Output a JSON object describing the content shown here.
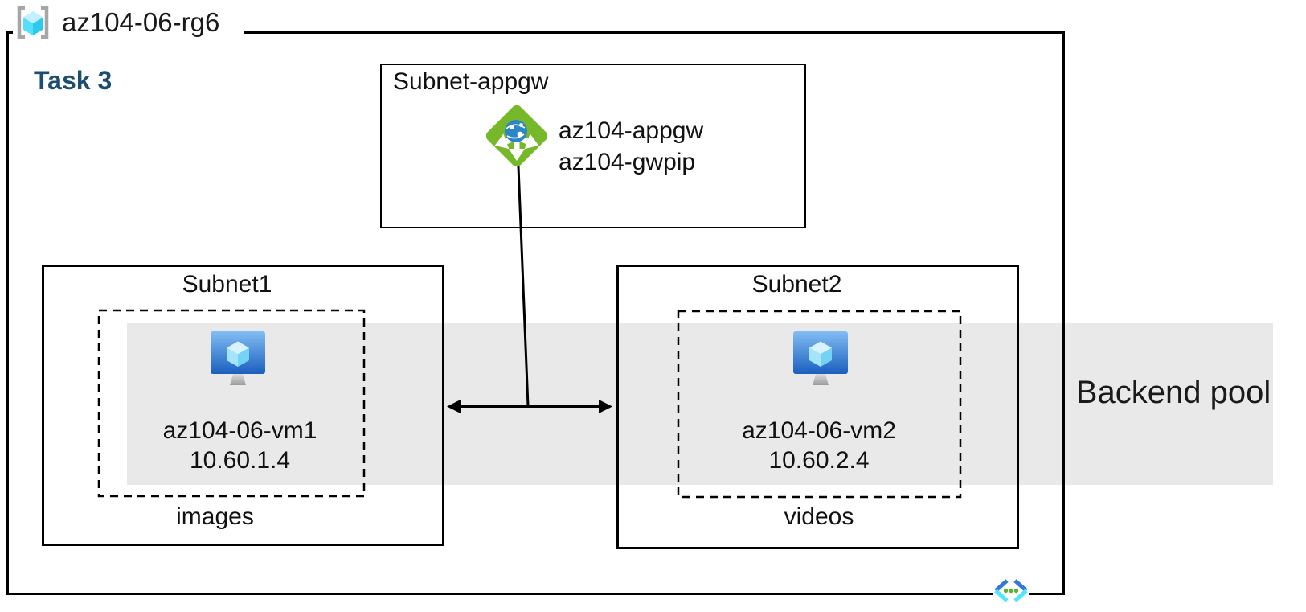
{
  "resource_group": {
    "name": "az104-06-rg6"
  },
  "task_label": "Task 3",
  "appgw_subnet": {
    "name": "Subnet-appgw",
    "appgw_name": "az104-appgw",
    "appgw_pip": "az104-gwpip"
  },
  "subnet1": {
    "name": "Subnet1",
    "vm": {
      "name": "az104-06-vm1",
      "ip": "10.60.1.4"
    },
    "storage_label": "images"
  },
  "subnet2": {
    "name": "Subnet2",
    "vm": {
      "name": "az104-06-vm2",
      "ip": "10.60.2.4"
    },
    "storage_label": "videos"
  },
  "backend_pool": {
    "label": "Backend pool"
  },
  "icons": {
    "resource_group": "resource-group-icon",
    "application_gateway": "application-gateway-icon",
    "virtual_machine": "virtual-machine-icon",
    "virtual_network": "virtual-network-icon"
  },
  "colors": {
    "task_label": "#1D4D71",
    "backend_pool_band": "#E9E9E9",
    "appgw_green": "#77B82A",
    "vm_blue_top": "#83BDF4",
    "vm_blue_bottom": "#1A5FBE",
    "vnet_blue": "#3178D8",
    "vnet_cyan": "#50E6FF",
    "dot_green": "#57B32E",
    "border": "#000000"
  }
}
